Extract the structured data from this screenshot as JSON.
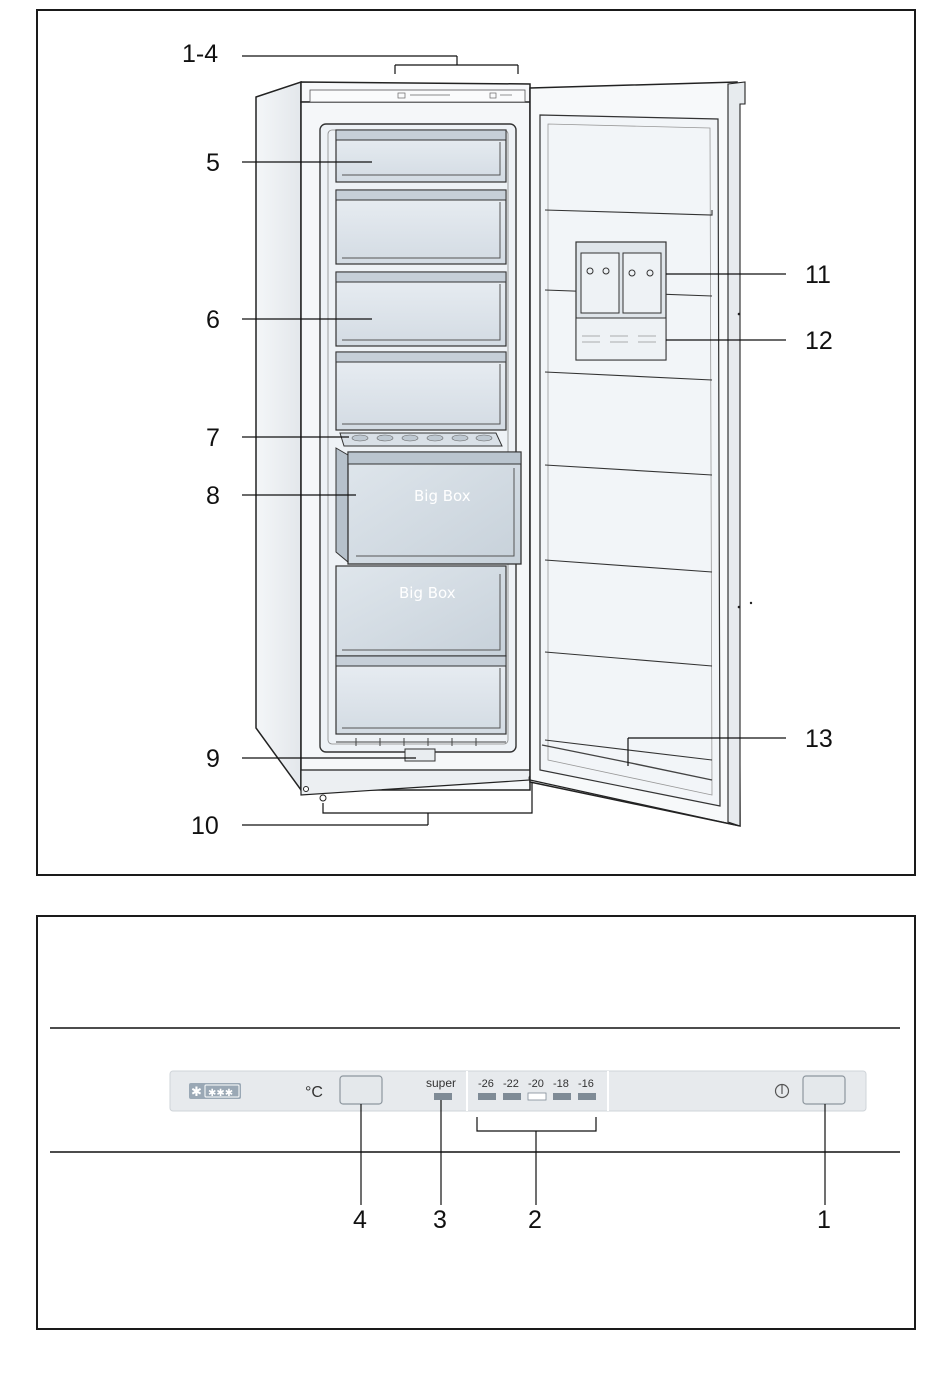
{
  "figure_top": {
    "callouts": {
      "c1_4": "1-4",
      "c5": "5",
      "c6": "6",
      "c7": "7",
      "c8": "8",
      "c9": "9",
      "c10": "10",
      "c11": "11",
      "c12": "12",
      "c13": "13"
    },
    "drawer_labels": {
      "big_box_open": "Big Box",
      "big_box_closed": "Big Box"
    }
  },
  "figure_bottom": {
    "control_panel": {
      "freezer_symbol": "✱ ✱✱✱",
      "unit_label": "°C",
      "super_label": "super",
      "temperature_steps": [
        "-26",
        "-22",
        "-20",
        "-18",
        "-16"
      ],
      "selected_step": "-20",
      "power_symbol": "⏻"
    },
    "callouts": {
      "c4": "4",
      "c3": "3",
      "c2": "2",
      "c1": "1"
    }
  }
}
